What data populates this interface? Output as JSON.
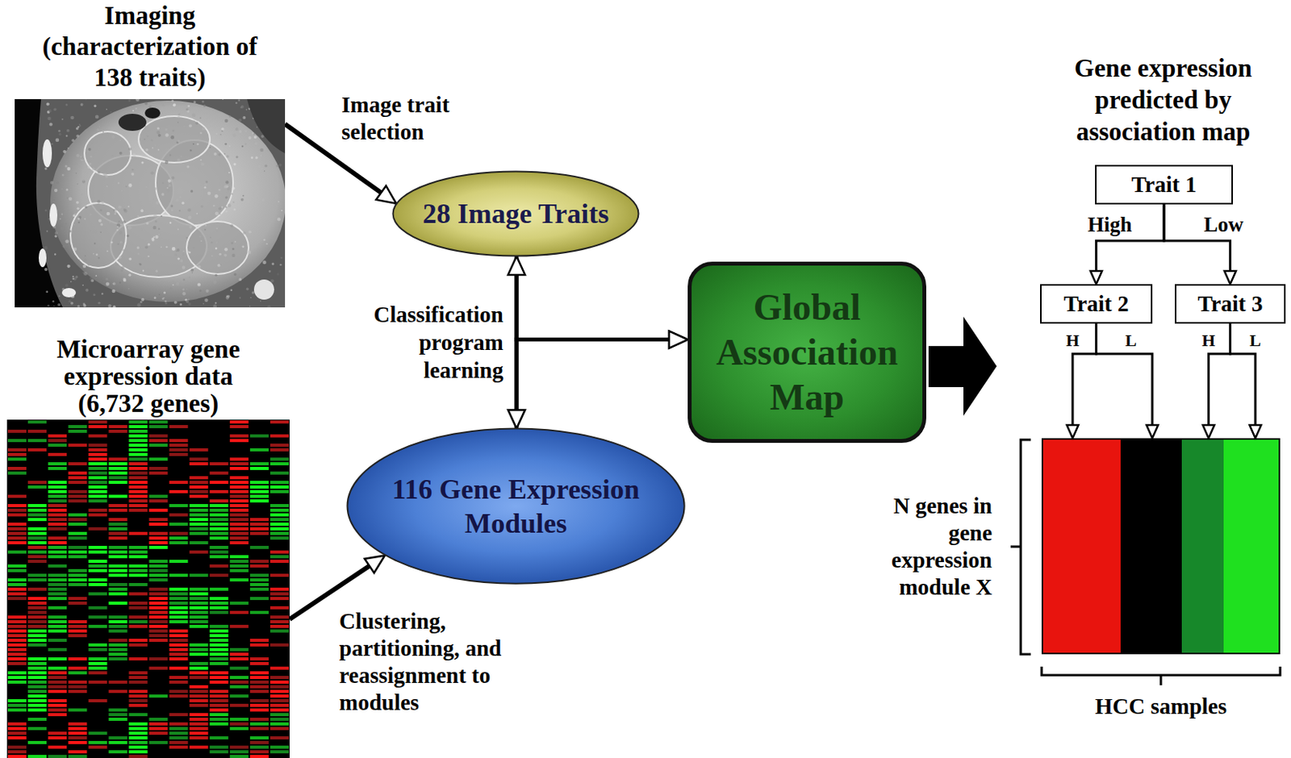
{
  "diagram": {
    "nodes": [
      {
        "text": [
          "Imaging (characterization of 138 traits)"
        ]
      },
      {
        "text": [
          "28 Image Traits"
        ]
      },
      {
        "text": [
          "Microarray gene expression data (6,732 genes)"
        ]
      },
      {
        "text": [
          "116 Gene Expression Modules"
        ]
      },
      {
        "text": [
          "Global Association Map"
        ]
      },
      {
        "text": [
          "Trait 1"
        ]
      },
      {
        "text": [
          "Trait 2"
        ]
      },
      {
        "text": [
          "Trait 3"
        ]
      },
      {
        "text": [
          "N genes in gene expression module X",
          "HCC samples"
        ]
      }
    ],
    "edges": [
      {
        "from": 0,
        "to": 1,
        "arrow": "to",
        "label": "Image trait selection"
      },
      {
        "from": 2,
        "to": 3,
        "arrow": "to",
        "label": "Clustering, partitioning, and reassignment to modules"
      },
      {
        "from": 1,
        "to": 3,
        "arrow": "both",
        "label": "Classification program learning"
      },
      {
        "from": 1,
        "to": 4,
        "arrow": "to"
      },
      {
        "from": 3,
        "to": 4,
        "arrow": "to"
      },
      {
        "from": 5,
        "to": 6,
        "arrow": "to",
        "label": "High"
      },
      {
        "from": 5,
        "to": 7,
        "arrow": "to",
        "label": "Low"
      },
      {
        "from": 6,
        "to": 8,
        "arrow": "to",
        "label": "H"
      },
      {
        "from": 6,
        "to": 8,
        "arrow": "to",
        "label": "L"
      },
      {
        "from": 7,
        "to": 8,
        "arrow": "to",
        "label": "H"
      },
      {
        "from": 7,
        "to": 8,
        "arrow": "to",
        "label": "L"
      }
    ],
    "labels": [
      "Gene expression predicted by association map"
    ]
  }
}
